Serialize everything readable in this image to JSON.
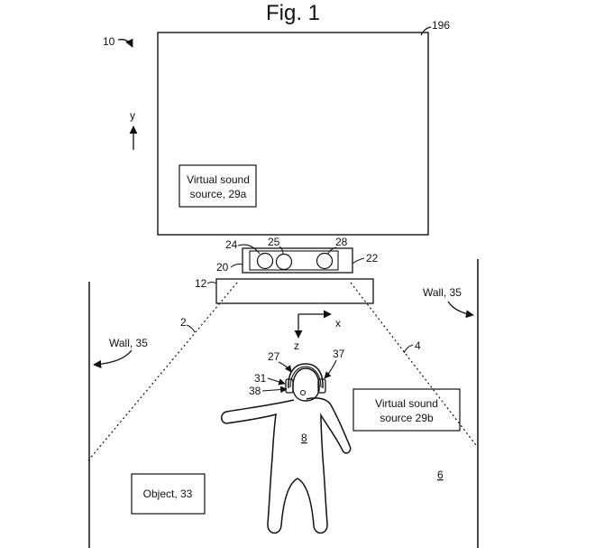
{
  "figure": {
    "title": "Fig. 1",
    "ref_system": "10",
    "ref_display": "196",
    "axis_y": "y",
    "axis_x": "x",
    "axis_z": "z",
    "virtual_source_a": [
      "Virtual sound",
      "source,  29a"
    ],
    "ref_24": "24",
    "ref_25": "25",
    "ref_28": "28",
    "ref_22": "22",
    "ref_20": "20",
    "ref_12": "12",
    "ref_2": "2",
    "ref_4": "4",
    "wall_left": "Wall, 35",
    "wall_right": "Wall, 35",
    "ref_27": "27",
    "ref_37": "37",
    "ref_31": "31",
    "ref_38": "38",
    "virtual_source_b": [
      "Virtual sound",
      "source 29b"
    ],
    "ref_8": "8",
    "ref_6": "6",
    "object_label": "Object, 33"
  }
}
